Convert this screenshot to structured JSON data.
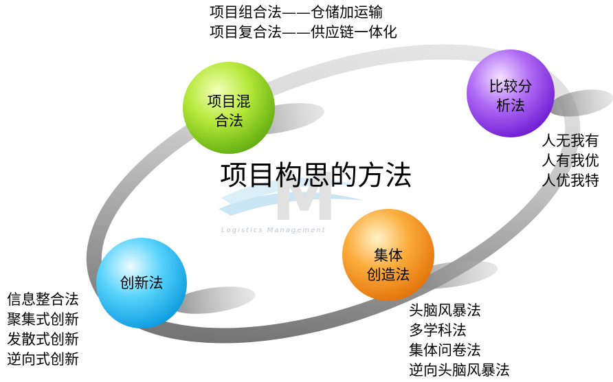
{
  "title": "项目构思的方法",
  "logo": {
    "mark": "M",
    "subtitle": "Logistics Management"
  },
  "colors": {
    "green": "#8bd41e",
    "purple": "#8a35e8",
    "orange": "#f28a13",
    "cyan": "#1bbcf3",
    "ring": "#8c8c8c"
  },
  "methods": {
    "mix": {
      "label_lines": [
        "项目混",
        "合法"
      ],
      "notes": [
        "项目组合法——仓储加运输",
        "项目复合法——供应链一体化"
      ]
    },
    "compare": {
      "label_lines": [
        "比较分",
        "析法"
      ],
      "notes": [
        "人无我有",
        "人有我优",
        "人优我特"
      ]
    },
    "collective": {
      "label_lines": [
        "集体",
        "创造法"
      ],
      "notes": [
        "头脑风暴法",
        "多学科法",
        "集体问卷法",
        "逆向头脑风暴法"
      ]
    },
    "innovation": {
      "label_lines": [
        "创新法"
      ],
      "notes": [
        "信息整合法",
        "聚集式创新",
        "发散式创新",
        "逆向式创新"
      ]
    }
  }
}
